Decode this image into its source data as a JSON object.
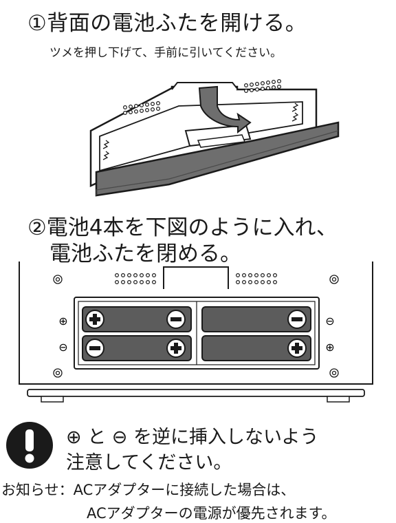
{
  "step1": {
    "title": "①背面の電池ふたを開ける。",
    "subtitle": "ツメを押し下げて、手前に引いてください。"
  },
  "step2": {
    "title_line1": "②電池4本を下図のように入れ、",
    "title_line2": "電池ふたを閉める。",
    "polarity": {
      "left_top": "⊕",
      "left_bottom": "⊖",
      "right_top": "⊖",
      "right_bottom": "⊕"
    }
  },
  "caution": {
    "line1": "⊕ と ⊖ を逆に挿入しないよう",
    "line2": "注意してください。"
  },
  "notice": {
    "line1": "お知らせ：ACアダプターに接続した場合は、",
    "line2": "ACアダプターの電源が優先されます。"
  },
  "colors": {
    "ink": "#1a1a1a",
    "lid": "#6e6e6e",
    "battery": "#5c5c5c"
  }
}
